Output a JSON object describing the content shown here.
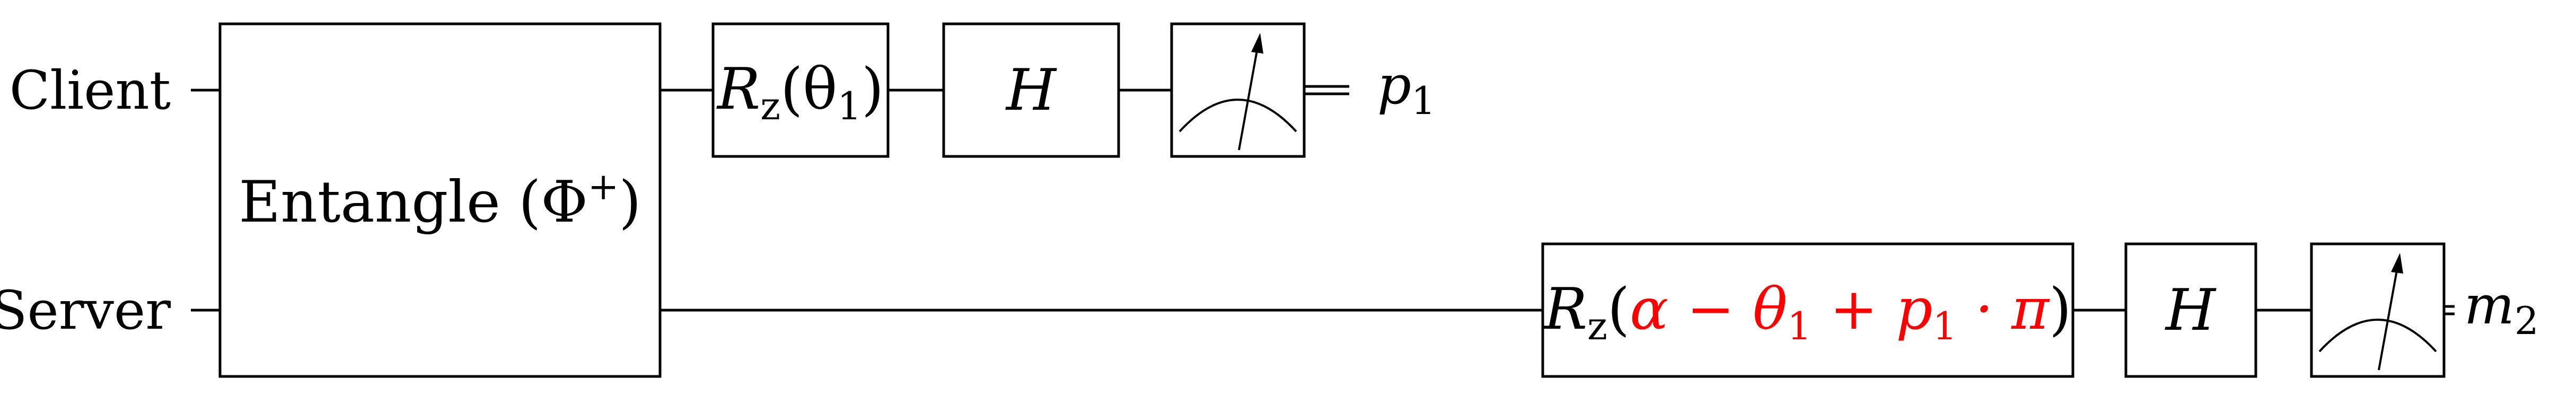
{
  "wires": {
    "client_label": "Client",
    "server_label": "Server"
  },
  "gates": {
    "entangle": {
      "text": "Entangle (Φ",
      "sup": "+",
      "close": ")"
    },
    "rz1": {
      "R": "R",
      "z": "z",
      "open": "(θ",
      "sub": "1",
      "close": ")"
    },
    "h1": "H",
    "rz2": {
      "R": "R",
      "z": "z",
      "open": "(",
      "alpha": "α − θ",
      "sub1": "1",
      "plus": " + p",
      "sub2": "1",
      "pi": " · π",
      "close": ")"
    },
    "h2": "H"
  },
  "outputs": {
    "p": "p",
    "p_sub": "1",
    "m": "m",
    "m_sub": "2"
  },
  "colors": {
    "highlight": "#ff0000",
    "ink": "#000000"
  }
}
